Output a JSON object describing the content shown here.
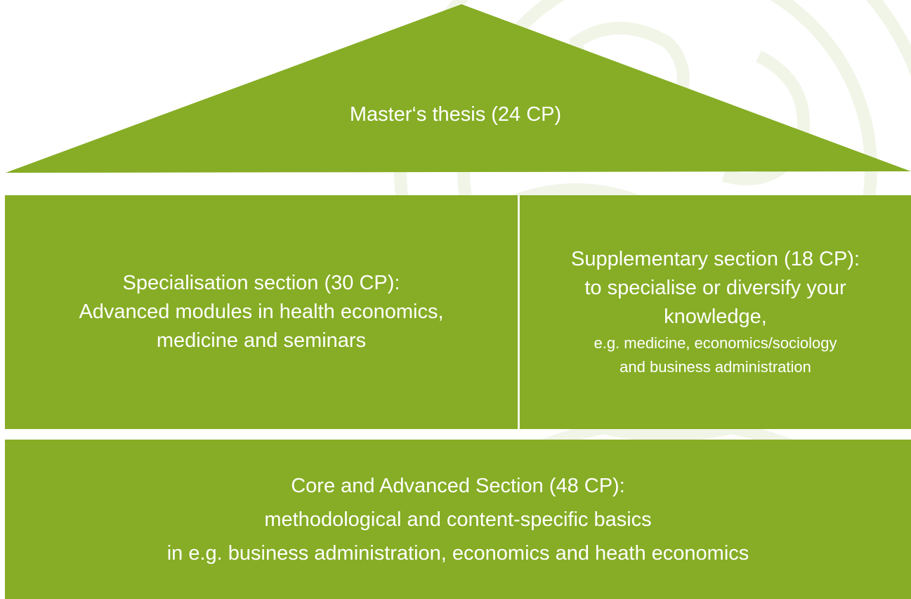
{
  "roof": {
    "label": "Master‘s thesis (24 CP)"
  },
  "specialisation": {
    "lines": [
      "Specialisation section (30 CP):",
      "Advanced modules in health economics,",
      "medicine and seminars"
    ]
  },
  "supplementary": {
    "lines": [
      "Supplementary section (18 CP):",
      "to specialise or diversify your",
      "knowledge,"
    ],
    "detail_lines": [
      "e.g. medicine, economics/sociology",
      "and business administration"
    ]
  },
  "core": {
    "lines": [
      "Core and Advanced Section (48 CP):",
      "methodological and content-specific basics",
      "in e.g. business administration, economics and heath economics"
    ]
  },
  "colors": {
    "block_green": "#86ad25",
    "text": "#ffffff",
    "watermark": "#b8d28a"
  }
}
